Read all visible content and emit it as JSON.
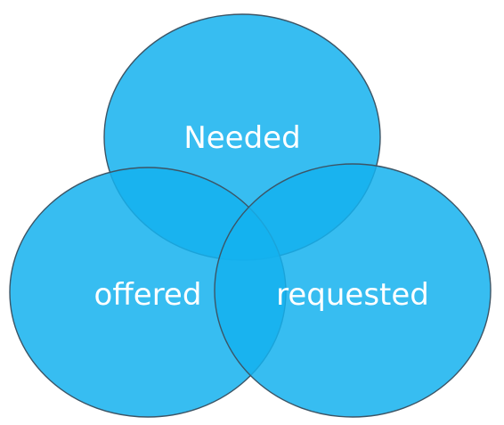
{
  "diagram": {
    "circles": [
      {
        "id": "needed",
        "label": "Needed"
      },
      {
        "id": "offered",
        "label": "offered"
      },
      {
        "id": "requested",
        "label": "requested"
      }
    ],
    "fill_color": "#14B2EF",
    "stroke_color": "#3c5566",
    "label_color": "#ffffff"
  }
}
